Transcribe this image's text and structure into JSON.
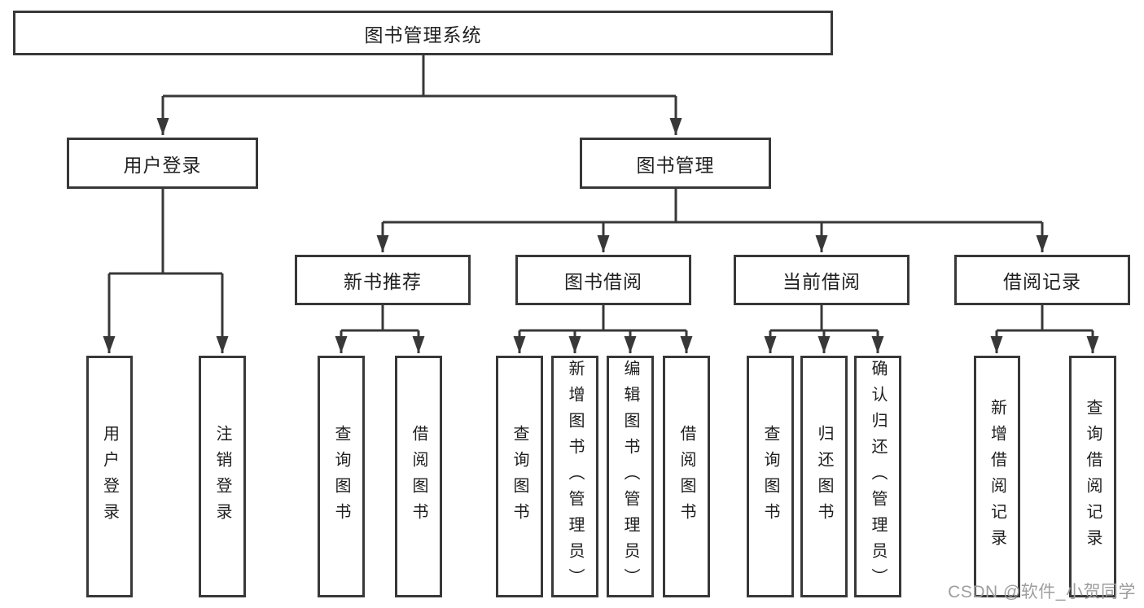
{
  "diagram": {
    "title": "图书管理系统",
    "nodes": {
      "root": "图书管理系统",
      "user_login": "用户登录",
      "book_management": "图书管理",
      "new_book_recommend": "新书推荐",
      "book_borrowing": "图书借阅",
      "current_borrowing": "当前借阅",
      "borrowing_records": "借阅记录",
      "leaf_user_login": "用户登录",
      "leaf_logout_login": "注销登录",
      "leaf_query_books_1": "查询图书",
      "leaf_borrow_books_1": "借阅图书",
      "leaf_query_books_2": "查询图书",
      "leaf_add_books_admin": "新增图书（管理员）",
      "leaf_edit_books_admin": "编辑图书（管理员）",
      "leaf_borrow_books_2": "借阅图书",
      "leaf_query_books_3": "查询图书",
      "leaf_return_books": "归还图书",
      "leaf_confirm_return_admin": "确认归还（管理员）",
      "leaf_add_borrow_record": "新增借阅记录",
      "leaf_query_borrow_record": "查询借阅记录"
    },
    "edges": [
      [
        "root",
        "user_login"
      ],
      [
        "root",
        "book_management"
      ],
      [
        "user_login",
        "leaf_user_login"
      ],
      [
        "user_login",
        "leaf_logout_login"
      ],
      [
        "book_management",
        "new_book_recommend"
      ],
      [
        "book_management",
        "book_borrowing"
      ],
      [
        "book_management",
        "current_borrowing"
      ],
      [
        "book_management",
        "borrowing_records"
      ],
      [
        "new_book_recommend",
        "leaf_query_books_1"
      ],
      [
        "new_book_recommend",
        "leaf_borrow_books_1"
      ],
      [
        "book_borrowing",
        "leaf_query_books_2"
      ],
      [
        "book_borrowing",
        "leaf_add_books_admin"
      ],
      [
        "book_borrowing",
        "leaf_edit_books_admin"
      ],
      [
        "book_borrowing",
        "leaf_borrow_books_2"
      ],
      [
        "current_borrowing",
        "leaf_query_books_3"
      ],
      [
        "current_borrowing",
        "leaf_return_books"
      ],
      [
        "current_borrowing",
        "leaf_confirm_return_admin"
      ],
      [
        "borrowing_records",
        "leaf_add_borrow_record"
      ],
      [
        "borrowing_records",
        "leaf_query_borrow_record"
      ]
    ]
  },
  "watermark": {
    "text": "CSDN @软件_小贺同学",
    "color": "#9e9e9e"
  },
  "colors": {
    "line": "#383838",
    "box_border": "#383838",
    "box_background": "#ffffff",
    "text": "#1f1f1f",
    "page_background": "#ffffff"
  }
}
